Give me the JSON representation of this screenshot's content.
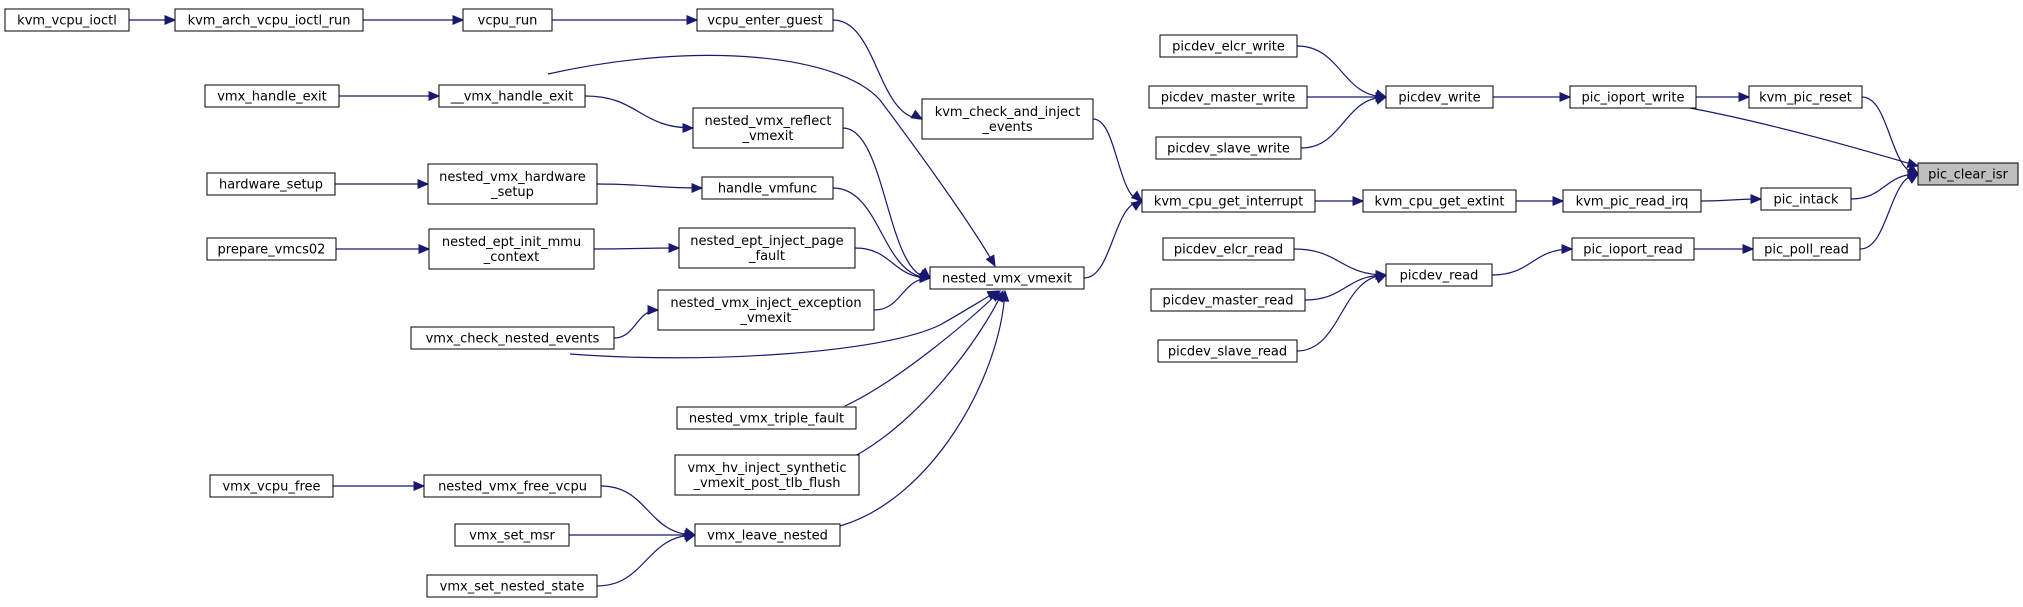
{
  "diagram": {
    "colors": {
      "edge": "#191970",
      "node_border": "#000000",
      "node_fill": "#ffffff",
      "highlight_fill": "#bfbfbf"
    },
    "nodes": {
      "kvm_vcpu_ioctl": {
        "lines": [
          "kvm_vcpu_ioctl"
        ]
      },
      "kvm_arch_vcpu_ioctl_run": {
        "lines": [
          "kvm_arch_vcpu_ioctl_run"
        ]
      },
      "vcpu_run": {
        "lines": [
          "vcpu_run"
        ]
      },
      "vcpu_enter_guest": {
        "lines": [
          "vcpu_enter_guest"
        ]
      },
      "vmx_handle_exit": {
        "lines": [
          "vmx_handle_exit"
        ]
      },
      "__vmx_handle_exit": {
        "lines": [
          "__vmx_handle_exit"
        ]
      },
      "nested_vmx_reflect_vmexit": {
        "lines": [
          "nested_vmx_reflect",
          "_vmexit"
        ]
      },
      "kvm_check_and_inject_events": {
        "lines": [
          "kvm_check_and_inject",
          "_events"
        ]
      },
      "hardware_setup": {
        "lines": [
          "hardware_setup"
        ]
      },
      "nested_vmx_hardware_setup": {
        "lines": [
          "nested_vmx_hardware",
          "_setup"
        ]
      },
      "handle_vmfunc": {
        "lines": [
          "handle_vmfunc"
        ]
      },
      "prepare_vmcs02": {
        "lines": [
          "prepare_vmcs02"
        ]
      },
      "nested_ept_init_mmu_context": {
        "lines": [
          "nested_ept_init_mmu",
          "_context"
        ]
      },
      "nested_ept_inject_page_fault": {
        "lines": [
          "nested_ept_inject_page",
          "_fault"
        ]
      },
      "vmx_check_nested_events": {
        "lines": [
          "vmx_check_nested_events"
        ]
      },
      "nested_vmx_inject_exception_vmexit": {
        "lines": [
          "nested_vmx_inject_exception",
          "_vmexit"
        ]
      },
      "nested_vmx_triple_fault": {
        "lines": [
          "nested_vmx_triple_fault"
        ]
      },
      "vmx_hv_inject_synthetic_vmexit_post_tlb_flush": {
        "lines": [
          "vmx_hv_inject_synthetic",
          "_vmexit_post_tlb_flush"
        ]
      },
      "vmx_vcpu_free": {
        "lines": [
          "vmx_vcpu_free"
        ]
      },
      "nested_vmx_free_vcpu": {
        "lines": [
          "nested_vmx_free_vcpu"
        ]
      },
      "vmx_set_msr": {
        "lines": [
          "vmx_set_msr"
        ]
      },
      "vmx_set_nested_state": {
        "lines": [
          "vmx_set_nested_state"
        ]
      },
      "vmx_leave_nested": {
        "lines": [
          "vmx_leave_nested"
        ]
      },
      "nested_vmx_vmexit": {
        "lines": [
          "nested_vmx_vmexit"
        ]
      },
      "kvm_cpu_get_interrupt": {
        "lines": [
          "kvm_cpu_get_interrupt"
        ]
      },
      "kvm_cpu_get_extint": {
        "lines": [
          "kvm_cpu_get_extint"
        ]
      },
      "kvm_pic_read_irq": {
        "lines": [
          "kvm_pic_read_irq"
        ]
      },
      "picdev_elcr_write": {
        "lines": [
          "picdev_elcr_write"
        ]
      },
      "picdev_master_write": {
        "lines": [
          "picdev_master_write"
        ]
      },
      "picdev_slave_write": {
        "lines": [
          "picdev_slave_write"
        ]
      },
      "picdev_write": {
        "lines": [
          "picdev_write"
        ]
      },
      "pic_ioport_write": {
        "lines": [
          "pic_ioport_write"
        ]
      },
      "kvm_pic_reset": {
        "lines": [
          "kvm_pic_reset"
        ]
      },
      "picdev_elcr_read": {
        "lines": [
          "picdev_elcr_read"
        ]
      },
      "picdev_master_read": {
        "lines": [
          "picdev_master_read"
        ]
      },
      "picdev_slave_read": {
        "lines": [
          "picdev_slave_read"
        ]
      },
      "picdev_read": {
        "lines": [
          "picdev_read"
        ]
      },
      "pic_ioport_read": {
        "lines": [
          "pic_ioport_read"
        ]
      },
      "pic_intack": {
        "lines": [
          "pic_intack"
        ]
      },
      "pic_poll_read": {
        "lines": [
          "pic_poll_read"
        ]
      },
      "pic_clear_isr": {
        "lines": [
          "pic_clear_isr"
        ],
        "highlight": true
      }
    },
    "edges": [
      [
        "kvm_vcpu_ioctl",
        "kvm_arch_vcpu_ioctl_run"
      ],
      [
        "kvm_arch_vcpu_ioctl_run",
        "vcpu_run"
      ],
      [
        "vcpu_run",
        "vcpu_enter_guest"
      ],
      [
        "vcpu_enter_guest",
        "kvm_check_and_inject_events"
      ],
      [
        "vmx_handle_exit",
        "__vmx_handle_exit"
      ],
      [
        "__vmx_handle_exit",
        "nested_vmx_reflect_vmexit"
      ],
      [
        "__vmx_handle_exit",
        "nested_vmx_vmexit"
      ],
      [
        "nested_vmx_reflect_vmexit",
        "nested_vmx_vmexit"
      ],
      [
        "hardware_setup",
        "nested_vmx_hardware_setup"
      ],
      [
        "nested_vmx_hardware_setup",
        "handle_vmfunc"
      ],
      [
        "handle_vmfunc",
        "nested_vmx_vmexit"
      ],
      [
        "prepare_vmcs02",
        "nested_ept_init_mmu_context"
      ],
      [
        "nested_ept_init_mmu_context",
        "nested_ept_inject_page_fault"
      ],
      [
        "nested_ept_inject_page_fault",
        "nested_vmx_vmexit"
      ],
      [
        "vmx_check_nested_events",
        "nested_vmx_inject_exception_vmexit"
      ],
      [
        "vmx_check_nested_events",
        "nested_vmx_vmexit"
      ],
      [
        "nested_vmx_inject_exception_vmexit",
        "nested_vmx_vmexit"
      ],
      [
        "nested_vmx_triple_fault",
        "nested_vmx_vmexit"
      ],
      [
        "vmx_hv_inject_synthetic_vmexit_post_tlb_flush",
        "nested_vmx_vmexit"
      ],
      [
        "vmx_vcpu_free",
        "nested_vmx_free_vcpu"
      ],
      [
        "nested_vmx_free_vcpu",
        "vmx_leave_nested"
      ],
      [
        "vmx_set_msr",
        "vmx_leave_nested"
      ],
      [
        "vmx_set_nested_state",
        "vmx_leave_nested"
      ],
      [
        "vmx_leave_nested",
        "nested_vmx_vmexit"
      ],
      [
        "nested_vmx_vmexit",
        "kvm_cpu_get_interrupt"
      ],
      [
        "kvm_check_and_inject_events",
        "kvm_cpu_get_interrupt"
      ],
      [
        "kvm_cpu_get_interrupt",
        "kvm_cpu_get_extint"
      ],
      [
        "kvm_cpu_get_extint",
        "kvm_pic_read_irq"
      ],
      [
        "kvm_pic_read_irq",
        "pic_intack"
      ],
      [
        "picdev_elcr_write",
        "picdev_write"
      ],
      [
        "picdev_master_write",
        "picdev_write"
      ],
      [
        "picdev_slave_write",
        "picdev_write"
      ],
      [
        "picdev_write",
        "pic_ioport_write"
      ],
      [
        "pic_ioport_write",
        "kvm_pic_reset"
      ],
      [
        "pic_ioport_write",
        "pic_clear_isr"
      ],
      [
        "kvm_pic_reset",
        "pic_clear_isr"
      ],
      [
        "pic_intack",
        "pic_clear_isr"
      ],
      [
        "picdev_elcr_read",
        "picdev_read"
      ],
      [
        "picdev_master_read",
        "picdev_read"
      ],
      [
        "picdev_slave_read",
        "picdev_read"
      ],
      [
        "picdev_read",
        "pic_ioport_read"
      ],
      [
        "pic_ioport_read",
        "pic_poll_read"
      ],
      [
        "pic_poll_read",
        "pic_clear_isr"
      ]
    ]
  }
}
